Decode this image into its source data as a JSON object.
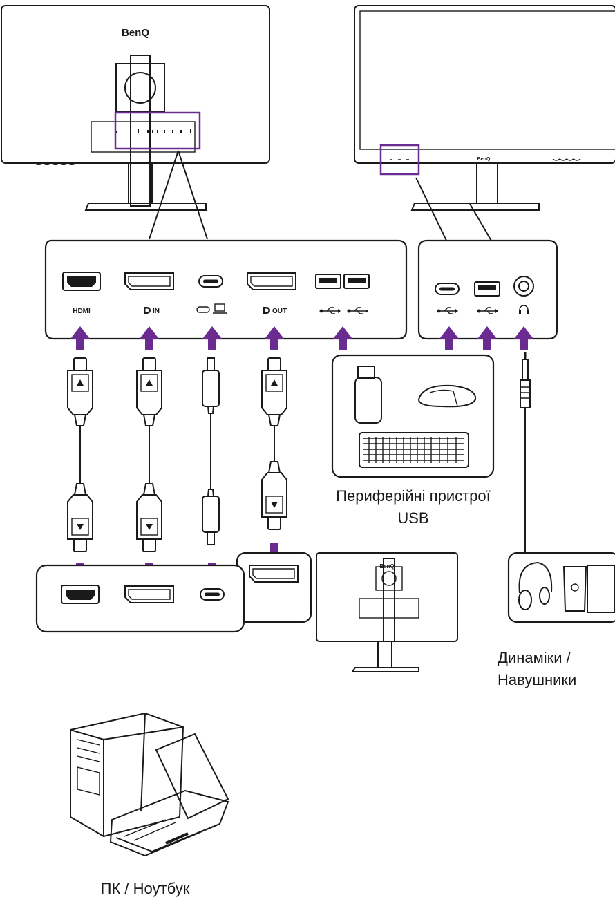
{
  "brand": "BenQ",
  "colors": {
    "accent": "#6a2c91",
    "line": "#1a1a1a",
    "background": "#ffffff"
  },
  "monitor_rear_ports": [
    {
      "icon": "hdmi-port-icon",
      "label": "HDMI"
    },
    {
      "icon": "displayport-in-icon",
      "label": "IN"
    },
    {
      "icon": "usb-c-port-icon",
      "label": ""
    },
    {
      "icon": "displayport-out-icon",
      "label": "OUT"
    },
    {
      "icon": "usb-a-downstream-icon",
      "label": ""
    }
  ],
  "monitor_side_ports": [
    {
      "icon": "usb-c-port-icon"
    },
    {
      "icon": "usb-a-port-icon"
    },
    {
      "icon": "headphone-jack-icon"
    }
  ],
  "cables": [
    "hdmi-cable",
    "displayport-cable",
    "usb-c-cable",
    "displayport-daisy-chain-cable",
    "audio-cable"
  ],
  "captions": {
    "usb_peripherals": "Периферійні пристрої USB",
    "speakers_headphones": "Динаміки / Навушники",
    "pc_laptop": "ПК / Ноутбук"
  }
}
